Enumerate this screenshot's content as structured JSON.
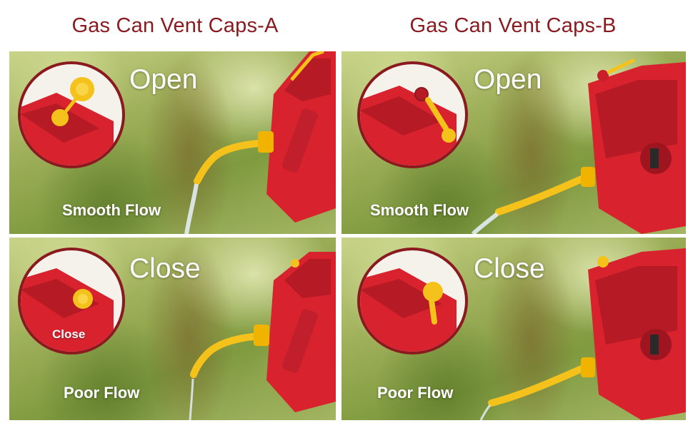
{
  "headings": {
    "a": "Gas Can Vent Caps-A",
    "b": "Gas Can Vent Caps-B"
  },
  "panels": {
    "a_open": {
      "state": "Open",
      "flow": "Smooth Flow"
    },
    "a_close": {
      "state": "Close",
      "flow": "Poor Flow",
      "inset_label": "Close"
    },
    "b_open": {
      "state": "Open",
      "flow": "Smooth Flow"
    },
    "b_close": {
      "state": "Close",
      "flow": "Poor Flow"
    }
  },
  "colors": {
    "heading": "#8a1a1f",
    "can_red": "#d8232f",
    "cap_yellow": "#f5c21b",
    "inset_border": "#8a1a1f"
  },
  "icons": [
    "red-fuel-can",
    "yellow-spout",
    "vent-cap",
    "fuel-stream"
  ]
}
